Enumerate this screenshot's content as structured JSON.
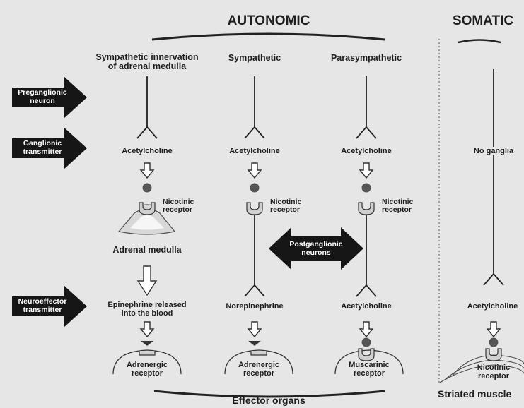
{
  "headers": {
    "autonomic": "AUTONOMIC",
    "somatic": "SOMATIC"
  },
  "columns": {
    "adrenal_line1": "Sympathetic innervation",
    "adrenal_line2": "of adrenal medulla",
    "sympathetic": "Sympathetic",
    "parasympathetic": "Parasympathetic"
  },
  "side_arrows": {
    "preganglionic_line1": "Preganglionic",
    "preganglionic_line2": "neuron",
    "ganglionic_line1": "Ganglionic",
    "ganglionic_line2": "transmitter",
    "neuroeffector_line1": "Neuroeffector",
    "neuroeffector_line2": "transmitter"
  },
  "ganglionic_transmitters": {
    "adrenal": "Acetylcholine",
    "sympathetic": "Acetylcholine",
    "parasympathetic": "Acetylcholine",
    "somatic": "No ganglia"
  },
  "nicotinic_receptor": {
    "line1": "Nicotinic",
    "line2": "receptor"
  },
  "adrenal_medulla": "Adrenal medulla",
  "postganglionic": {
    "line1": "Postganglionic",
    "line2": "neurons"
  },
  "neuroeffector_transmitters": {
    "adrenal_line1": "Epinephrine released",
    "adrenal_line2": "into the blood",
    "sympathetic": "Norepinephrine",
    "parasympathetic": "Acetylcholine",
    "somatic": "Acetylcholine"
  },
  "effector_receptors": {
    "adrenal": {
      "line1": "Adrenergic",
      "line2": "receptor"
    },
    "sympathetic": {
      "line1": "Adrenergic",
      "line2": "receptor"
    },
    "parasympathetic": {
      "line1": "Muscarinic",
      "line2": "receptor"
    },
    "somatic": {
      "line1": "Nicotinic",
      "line2": "receptor"
    }
  },
  "bottom_labels": {
    "effector_organs": "Effector organs",
    "striated_muscle": "Striated muscle"
  },
  "colors": {
    "background": "#e6e6e6",
    "ink": "#1e1e1e",
    "neurotransmitter_dot": "#555555",
    "receptor_fill": "#d0d0d0"
  }
}
